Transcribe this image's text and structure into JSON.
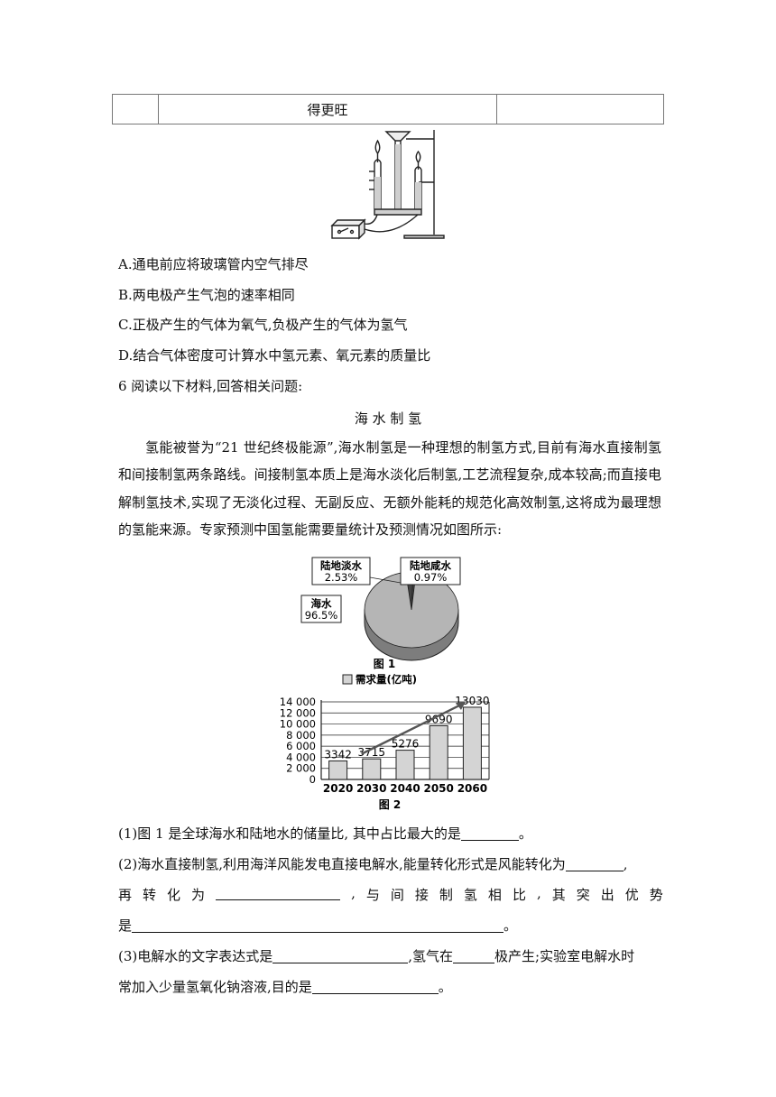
{
  "table": {
    "cell_text": "得更旺"
  },
  "question5": {
    "options": [
      "A.通电前应将玻璃管内空气排尽",
      "B.两电极产生气泡的速率相同",
      "C.正极产生的气体为氧气,负极产生的气体为氢气",
      "D.结合气体密度可计算水中氢元素、氧元素的质量比"
    ]
  },
  "question6": {
    "intro": "6 阅读以下材料,回答相关问题:",
    "title": "海 水 制 氢",
    "passage": "氢能被誉为“21 世纪终极能源”,海水制氢是一种理想的制氢方式,目前有海水直接制氢和间接制氢两条路线。间接制氢本质上是海水淡化后制氢,工艺流程复杂,成本较高;而直接电解制氢技术,实现了无淡化过程、无副反应、无额外能耗的规范化高效制氢,这将成为最理想的氢能来源。专家预测中国氢能需要量统计及预测情况如图所示:",
    "q1": {
      "pre": "(1)图 1 是全球海水和陆地水的储量比, 其中占比最大的是",
      "post": "。"
    },
    "q2": {
      "pre": "(2)海水直接制氢,利用海洋风能发电直接电解水,能量转化形式是风能转化为",
      "post": ",",
      "line2_chars": [
        "再",
        "转",
        "化",
        "为",
        "",
        ",",
        "与",
        "间",
        "接",
        "制",
        "氢",
        "相",
        "比",
        ",",
        "其",
        "突",
        "出",
        "优",
        "势"
      ],
      "line3_pre": "是",
      "line3_post": "。"
    },
    "q3": {
      "pre": "(3)电解水的文字表达式是",
      "mid1": ",氢气在",
      "mid2": "极产生;实验室电解水时",
      "line2_pre": "常加入少量氢氧化钠溶液,目的是",
      "line2_post": "。"
    }
  },
  "chart_data": [
    {
      "type": "pie",
      "title": "图 1",
      "slices": [
        {
          "label": "海水",
          "value": 96.5,
          "value_label": "96.5%"
        },
        {
          "label": "陆地淡水",
          "value": 2.53,
          "value_label": "2.53%"
        },
        {
          "label": "陆地咸水",
          "value": 0.97,
          "value_label": "0.97%"
        }
      ],
      "colors": {
        "main": "#b5b5b5",
        "side": "#7d7d7d",
        "small": "#444444"
      }
    },
    {
      "type": "bar",
      "title": "图 2",
      "legend": "需求量(亿吨)",
      "categories": [
        "2020",
        "2030",
        "2040",
        "2050",
        "2060"
      ],
      "values": [
        3342,
        3715,
        5276,
        9690,
        13030
      ],
      "value_labels": [
        "3342",
        "3715",
        "5276",
        "9690",
        "13030"
      ],
      "yticks": [
        "0",
        "2 000",
        "4 000",
        "6 000",
        "8 000",
        "10 000",
        "12 000",
        "14 000"
      ],
      "ylim": [
        0,
        14000
      ],
      "grid": true,
      "bar_color": "#d4d4d4"
    }
  ]
}
